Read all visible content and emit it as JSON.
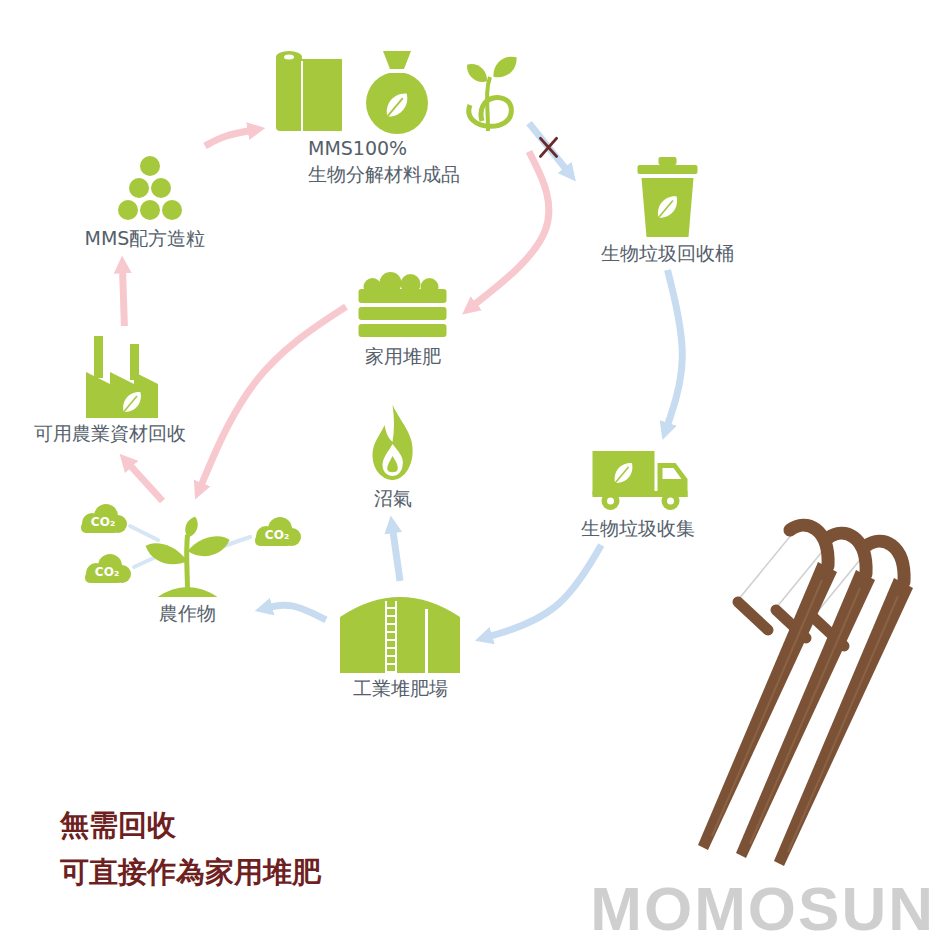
{
  "diagram": {
    "nodes": [
      {
        "text": [
          "MMS100%",
          "生物分解材料成品"
        ]
      },
      {
        "text": [
          "生物垃圾回收桶"
        ]
      },
      {
        "text": [
          "生物垃圾收集"
        ]
      },
      {
        "text": [
          "工業堆肥場"
        ]
      },
      {
        "text": [
          "沼氣"
        ]
      },
      {
        "text": [
          "農作物"
        ]
      },
      {
        "text": [
          "可用農業資材回收"
        ]
      },
      {
        "text": [
          "MMS配方造粒"
        ]
      },
      {
        "text": [
          "家用堆肥"
        ]
      }
    ],
    "edges": [
      {
        "from": 0,
        "to": 1,
        "arrow": "to"
      },
      {
        "from": 1,
        "to": 2,
        "arrow": "to"
      },
      {
        "from": 2,
        "to": 3,
        "arrow": "to"
      },
      {
        "from": 3,
        "to": 4,
        "arrow": "to"
      },
      {
        "from": 3,
        "to": 5,
        "arrow": "to"
      },
      {
        "from": 0,
        "to": 8,
        "arrow": "to"
      },
      {
        "from": 8,
        "to": 5,
        "arrow": "to"
      },
      {
        "from": 5,
        "to": 6,
        "arrow": "to"
      },
      {
        "from": 6,
        "to": 7,
        "arrow": "to"
      },
      {
        "from": 7,
        "to": 0,
        "arrow": "to"
      }
    ],
    "labels": [
      "CO₂",
      "CO₂",
      "CO₂",
      "無需回收",
      "可直接作為家用堆肥",
      "MOMOSUN"
    ]
  }
}
